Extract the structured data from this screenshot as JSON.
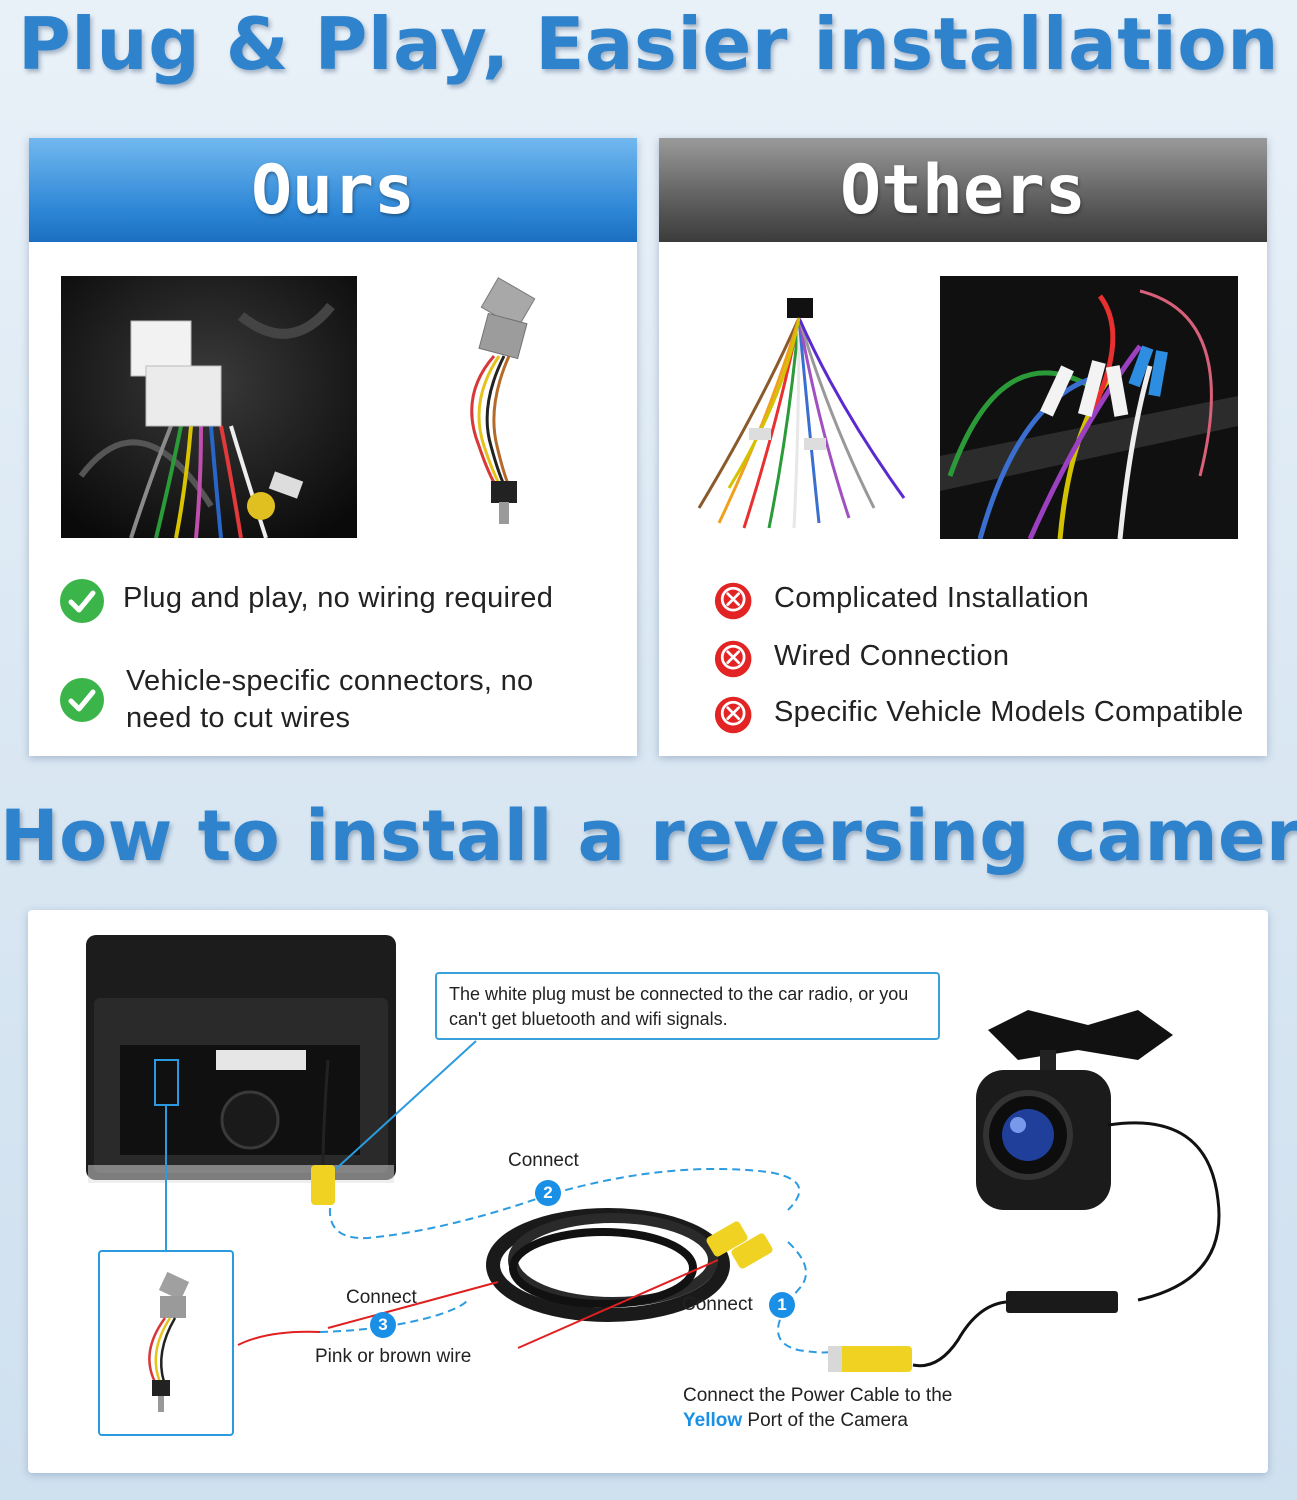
{
  "headline_top": "Plug & Play, Easier installation",
  "headline_bottom": "How to install a reversing camera",
  "ours": {
    "title": "Ours",
    "features": [
      "Plug and play, no wiring required",
      "Vehicle-specific connectors, no need to cut wires"
    ],
    "icon": "green-check-icon"
  },
  "others": {
    "title": "Others",
    "features": [
      "Complicated Installation",
      "Wired Connection",
      "Specific Vehicle Models Compatible"
    ],
    "icon": "red-x-icon"
  },
  "install": {
    "note": "The white plug must be connected to the car radio, or you can't get bluetooth and wifi signals.",
    "connect_label": "Connect",
    "step1": "1",
    "step2": "2",
    "step3": "3",
    "pink_wire": "Pink or brown wire",
    "power_line1": "Connect the Power Cable to the",
    "power_yellow": "Yellow",
    "power_rest": " Port of the Camera"
  },
  "colors": {
    "accent_blue": "#2e83cc",
    "check_green": "#3bb54a",
    "x_red": "#e32424",
    "dash_blue": "#2d9be0"
  }
}
